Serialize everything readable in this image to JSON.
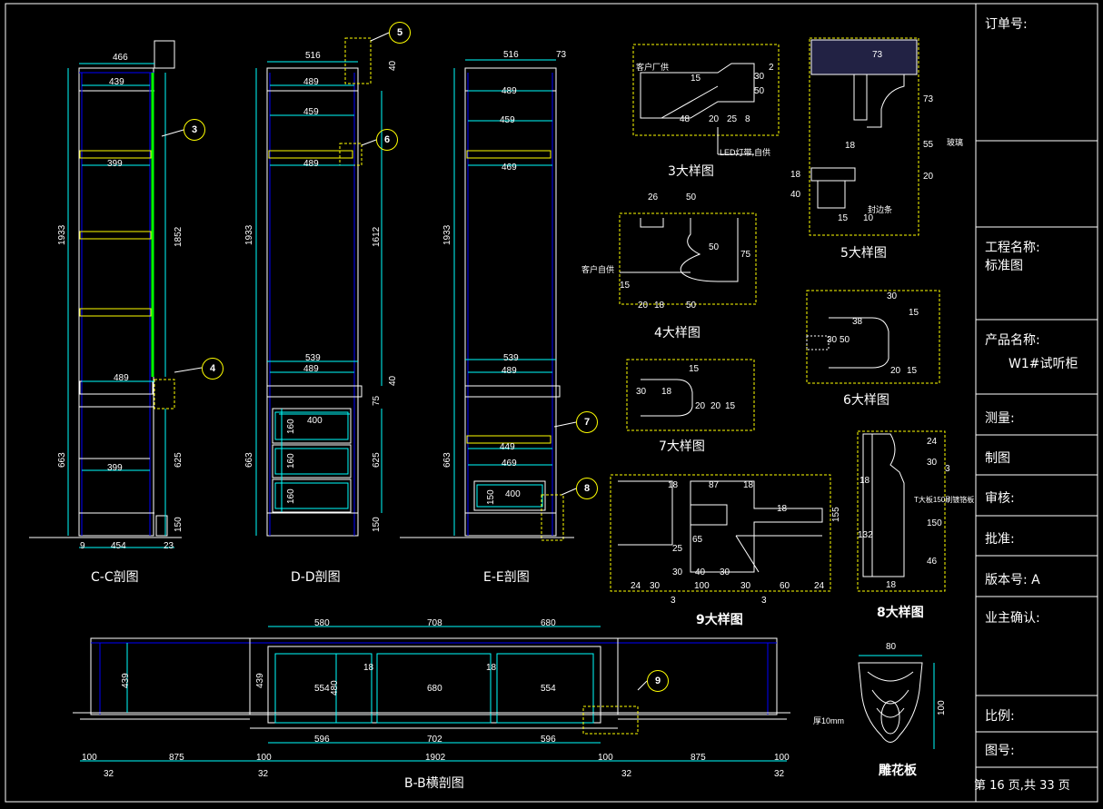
{
  "title_block": {
    "order_no_label": "订单号:",
    "project_name_label": "工程名称:",
    "project_name_value": "标准图",
    "product_name_label": "产品名称:",
    "product_name_value": "W1#试听柜",
    "measure_label": "测量:",
    "draw_label": "制图",
    "review_label": "审核:",
    "approve_label": "批准:",
    "version_label": "版本号: A",
    "owner_confirm_label": "业主确认:",
    "scale_label": "比例:",
    "drawing_no_label": "图号:",
    "page_label": "第 16 页,共 33 页"
  },
  "view_titles": {
    "cc": "C-C剖图",
    "dd": "D-D剖图",
    "ee": "E-E剖图",
    "bb": "B-B横剖图",
    "d3": "3大样图",
    "d4": "4大样图",
    "d5": "5大样图",
    "d6": "6大样图",
    "d7": "7大样图",
    "d8": "8大样图",
    "d9": "9大样图",
    "carve": "雕花板"
  },
  "bubbles": [
    "3",
    "4",
    "5",
    "6",
    "7",
    "8",
    "9"
  ],
  "notes": {
    "led": "LED灯带,自供",
    "custom1": "客户厂供",
    "custom2": "客户自供",
    "glass": "玻璃",
    "seal": "封边条",
    "t10": "厚10mm",
    "n8": "T大板150刷镀铬板"
  },
  "cc_dims": {
    "top": "466",
    "d1": "439",
    "d2": "399",
    "d3": "489",
    "d4": "399",
    "bottom": "454",
    "b9": "9",
    "b23": "23",
    "h1933": "1933",
    "h1852": "1852",
    "h663": "663",
    "h625": "625",
    "h150": "150"
  },
  "dd_dims": {
    "top": "516",
    "d1": "489",
    "d2": "459",
    "d3": "489",
    "d4": "539",
    "d5": "489",
    "dr1": "400",
    "h1933": "1933",
    "h1612": "1612",
    "h663": "663",
    "h625": "625",
    "h150": "150",
    "s160a": "160",
    "s160b": "160",
    "s160c": "160",
    "s40a": "40",
    "s40b": "40",
    "s75": "75"
  },
  "ee_dims": {
    "top": "516",
    "d1": "489",
    "d2": "459",
    "d3": "469",
    "d4": "539",
    "d5": "489",
    "d6": "449",
    "d7": "469",
    "dr": "400",
    "h1933": "1933",
    "h663": "663",
    "s150": "150",
    "b73": "73"
  },
  "bb_dims": {
    "t1": "580",
    "t2": "708",
    "t3": "680",
    "b1": "596",
    "b2": "702",
    "b3": "596",
    "total": "1902",
    "l1": "100",
    "l2": "875",
    "l3": "100",
    "r1": "100",
    "r2": "875",
    "r3": "100",
    "s32a": "32",
    "s32b": "32",
    "s32c": "32",
    "s32d": "32",
    "h439": "439",
    "h439b": "439",
    "h480": "480",
    "i554a": "554",
    "i680": "680",
    "i554b": "554",
    "i18a": "18",
    "i18b": "18"
  },
  "detail_dims": {
    "d3": [
      "15",
      "48",
      "20",
      "25",
      "8",
      "30",
      "50",
      "2"
    ],
    "d4": [
      "26",
      "50",
      "50",
      "75",
      "20",
      "18",
      "50",
      "15"
    ],
    "d5": [
      "73",
      "73",
      "18",
      "55",
      "20",
      "18",
      "40",
      "15",
      "10"
    ],
    "d6": [
      "30",
      "15",
      "30",
      "50",
      "38",
      "20",
      "15"
    ],
    "d7": [
      "15",
      "30",
      "18",
      "20",
      "20",
      "15"
    ],
    "d8": [
      "24",
      "30",
      "18",
      "18",
      "150",
      "46",
      "132",
      "3"
    ],
    "d9": [
      "18",
      "87",
      "18",
      "18",
      "65",
      "25",
      "30",
      "40",
      "30",
      "24",
      "30",
      "100",
      "30",
      "60",
      "24",
      "3",
      "3",
      "155"
    ],
    "carve": [
      "80",
      "100"
    ]
  }
}
